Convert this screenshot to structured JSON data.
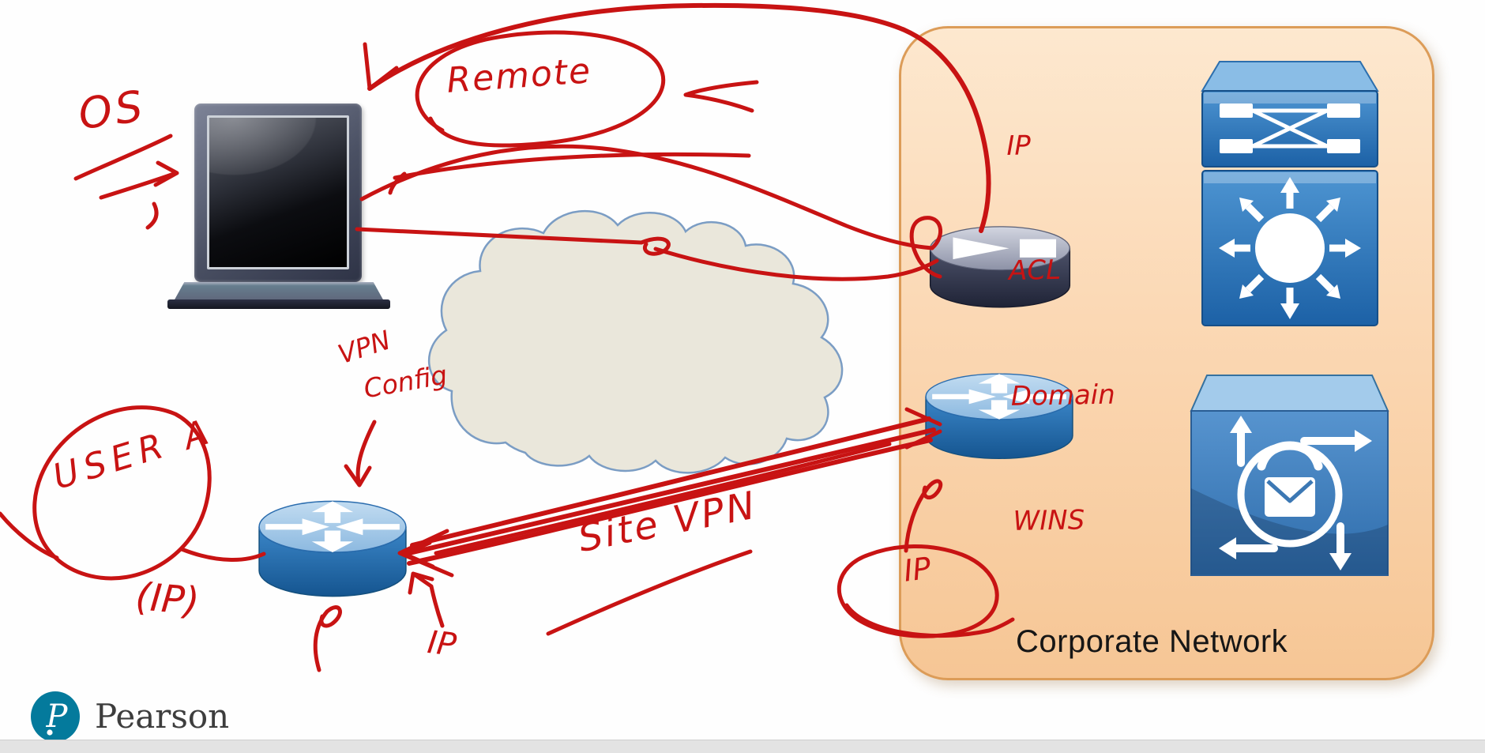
{
  "theme": {
    "ink": "#c81313",
    "box_border": "#dc9c58",
    "pearson": "#047a9c"
  },
  "slide": {
    "corporate_label": "Corporate Network"
  },
  "handwriting": {
    "os": "OS",
    "remote": "Remote",
    "acl_list": [
      "IP",
      "ACL",
      "Domain",
      "WINS"
    ],
    "vpn": "VPN",
    "config": "Config",
    "user_a": "USER A",
    "ip_paren": "(IP)",
    "ip_small": "IP",
    "site_vpn": "Site VPN",
    "ip_circled": "IP"
  },
  "icons": {
    "laptop": "laptop-icon",
    "internet_cloud": "cloud-icon",
    "branch_router": "router-icon",
    "corporate_router": "router-icon",
    "vpn_gateway": "dark-gateway-icon",
    "workgroup_switch": "switch-crossbar-icon",
    "multilayer_switch": "multilayer-switch-icon",
    "unified_comms": "phone-envelope-cycle-icon",
    "pearson_logo": "pearson-p-icon"
  },
  "footer": {
    "brand": "Pearson"
  }
}
